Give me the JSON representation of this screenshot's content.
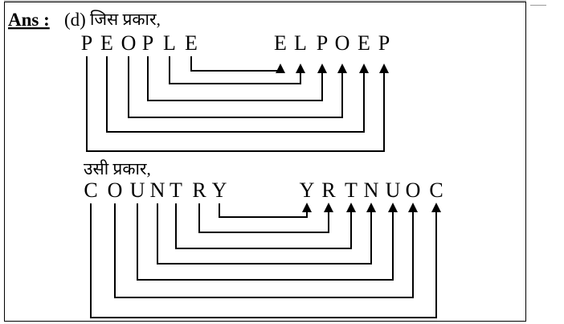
{
  "answer": {
    "label": "Ans :",
    "option": "(d)",
    "phrase1": "जिस प्रकार,"
  },
  "example": {
    "word": "PEOPLE",
    "left_letters": [
      "P",
      "E",
      "O",
      "P",
      "L",
      "E"
    ],
    "right_letters": [
      "E",
      "L",
      "P",
      "O",
      "E",
      "P"
    ]
  },
  "question": {
    "phrase2": "उसी प्रकार,",
    "word": "COUNTRY",
    "left_letters": [
      "C",
      "O",
      "U",
      "N",
      "T",
      "R",
      "Y"
    ],
    "right_letters": [
      "Y",
      "R",
      "T",
      "N",
      "U",
      "O",
      "C"
    ]
  },
  "colors": {
    "line": "#000000",
    "frame": "#000000"
  }
}
